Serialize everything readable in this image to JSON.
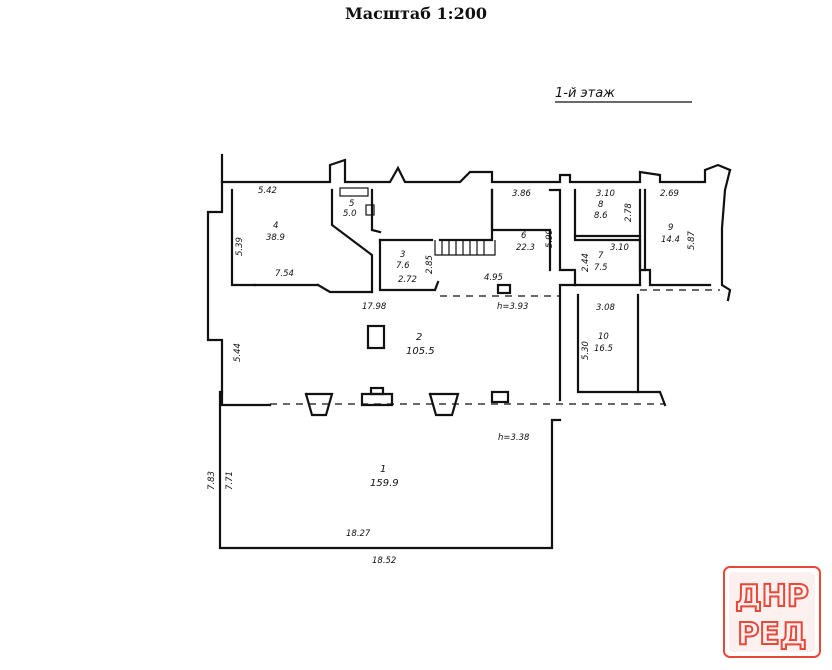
{
  "header": {
    "scale": "Масштаб 1:200",
    "floor": "1-й этаж"
  },
  "rooms": [
    {
      "id": "1",
      "num": "1",
      "area": "159.9"
    },
    {
      "id": "2",
      "num": "2",
      "area": "105.5"
    },
    {
      "id": "3",
      "num": "3",
      "area": "7.6"
    },
    {
      "id": "4",
      "num": "4",
      "area": "38.9"
    },
    {
      "id": "5",
      "num": "5",
      "area": "5.0"
    },
    {
      "id": "6",
      "num": "6",
      "area": "22.3"
    },
    {
      "id": "7",
      "num": "7",
      "area": "7.5"
    },
    {
      "id": "8",
      "num": "8",
      "area": "8.6"
    },
    {
      "id": "9",
      "num": "9",
      "area": "14.4"
    },
    {
      "id": "10",
      "num": "10",
      "area": "16.5"
    }
  ],
  "dimensions": {
    "d_542": "5.42",
    "d_339": "5.39",
    "d_754": "7.54",
    "d_1798": "17.98",
    "d_h393": "h=3.93",
    "d_495": "4.95",
    "d_386": "3.86",
    "d_599": "5.99",
    "d_310a": "3.10",
    "d_278": "2.78",
    "d_310b": "3.10",
    "d_269": "2.69",
    "d_587": "5.87",
    "d_244": "2.44",
    "d_308": "3.08",
    "d_530": "5.30",
    "d_544": "5.44",
    "d_272": "2.72",
    "d_285": "2.85",
    "d_h338": "h=3.38",
    "d_783": "7.83",
    "d_771": "7.71",
    "d_1827": "18.27",
    "d_1852": "18.52"
  },
  "logo": {
    "line1": "ДНР",
    "line2": "РЕД",
    "color": "#e8473a"
  }
}
